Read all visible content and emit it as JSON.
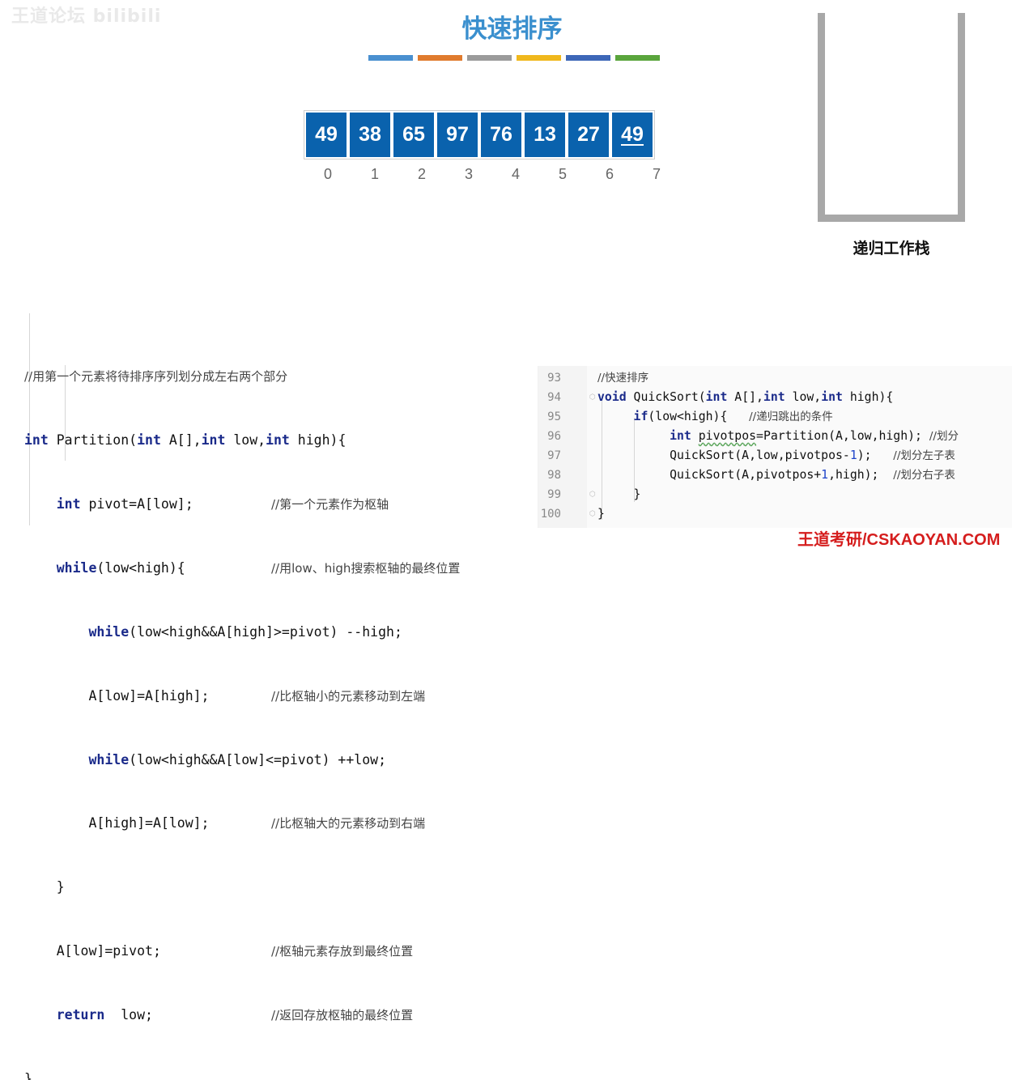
{
  "watermark": "王道论坛 bilibili",
  "title": "快速排序",
  "color_bars": [
    "#4a90d0",
    "#e07b2e",
    "#9b9b9b",
    "#f0b81c",
    "#3d67b8",
    "#5aa53c"
  ],
  "array": {
    "values": [
      "49",
      "38",
      "65",
      "97",
      "76",
      "13",
      "27",
      "49"
    ],
    "indices": [
      "0",
      "1",
      "2",
      "3",
      "4",
      "5",
      "6",
      "7"
    ],
    "cell_color": "#0a62ad"
  },
  "stack": {
    "label": "递归工作栈"
  },
  "partition_code": {
    "comment": "//用第一个元素将待排序序列划分成左右两个部分",
    "sig_kw1": "int",
    "sig_t1": " Partition(",
    "sig_kw2": "int",
    "sig_t2": " A[],",
    "sig_kw3": "int",
    "sig_t3": " low,",
    "sig_kw4": "int",
    "sig_t4": " high){",
    "l3_kw": "int",
    "l3_t": " pivot=A[low];",
    "l3_cm": "//第一个元素作为枢轴",
    "l4_kw": "while",
    "l4_t": "(low<high){",
    "l4_cm": "//用low、high搜索枢轴的最终位置",
    "l5_kw": "while",
    "l5_t": "(low<high&&A[high]>=pivot) --high;",
    "l6_t": "A[low]=A[high];",
    "l6_cm": "//比枢轴小的元素移动到左端",
    "l7_kw": "while",
    "l7_t": "(low<high&&A[low]<=pivot) ++low;",
    "l8_t": "A[high]=A[low];",
    "l8_cm": "//比枢轴大的元素移动到右端",
    "l9_t": "}",
    "l10_t": "A[low]=pivot;",
    "l10_cm": "//枢轴元素存放到最终位置",
    "l11_kw": "return",
    "l11_t": "  low;",
    "l11_cm": "//返回存放枢轴的最终位置",
    "l12_t": "}"
  },
  "quicksort_code": {
    "line_numbers": [
      "93",
      "94",
      "95",
      "96",
      "97",
      "98",
      "99",
      "100"
    ],
    "l1_cm": "//快速排序",
    "l2_kw1": "void",
    "l2_t1": " QuickSort(",
    "l2_kw2": "int",
    "l2_t2": " A[],",
    "l2_kw3": "int",
    "l2_t3": " low,",
    "l2_kw4": "int",
    "l2_t4": " high){",
    "l3_kw": "if",
    "l3_t": "(low<high){",
    "l3_cm": "//递归跳出的条件",
    "l4_kw": "int",
    "l4_sq": "pivotpos",
    "l4_t": "=Partition(A,low,high);",
    "l4_cm": "//划分",
    "l5_t1": "QuickSort(A,low,pivotpos-",
    "l5_n": "1",
    "l5_t2": ");",
    "l5_cm": "//划分左子表",
    "l6_t1": "QuickSort(A,pivotpos+",
    "l6_n": "1",
    "l6_t2": ",high);",
    "l6_cm": "//划分右子表",
    "l7_t": "}",
    "l8_t": "}"
  },
  "brand": "王道考研/CSKAOYAN.COM"
}
